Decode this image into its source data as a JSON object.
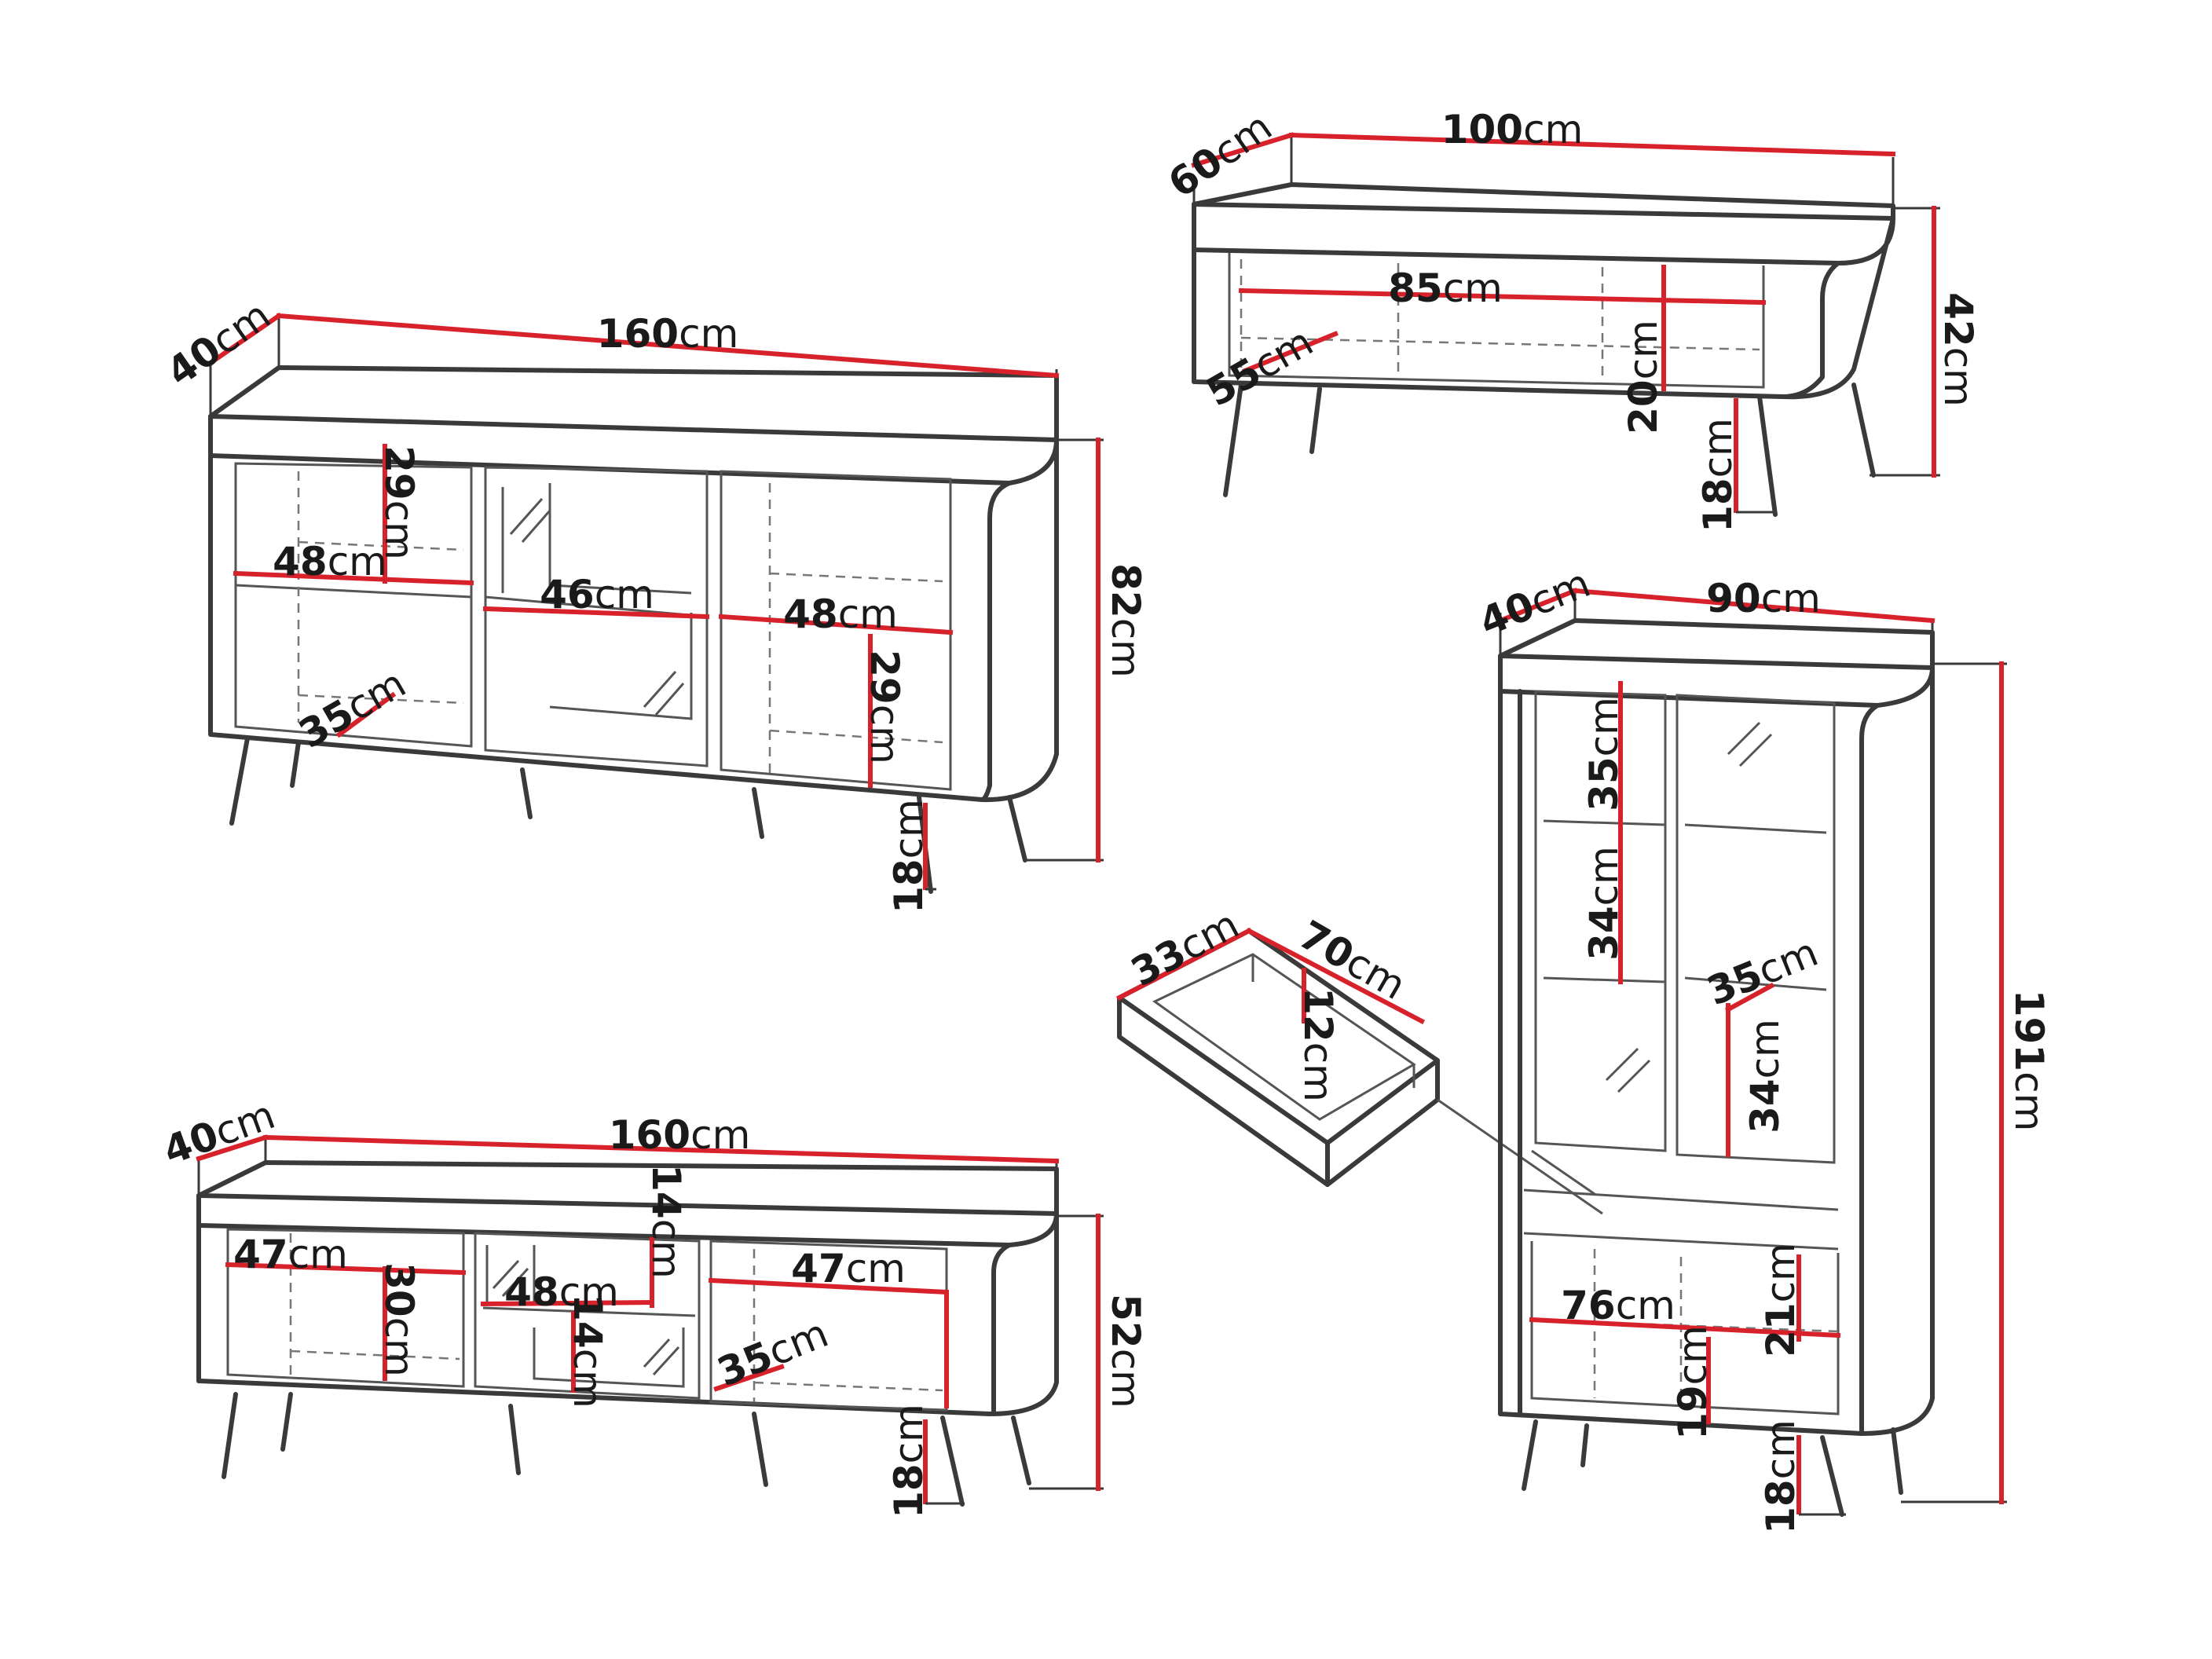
{
  "colors": {
    "dimension_line": "#d8222b",
    "outline": "#3a3a3a",
    "background": "#ffffff"
  },
  "unit": "cm",
  "pieces": {
    "coffee_table": {
      "depth": {
        "value": "60",
        "unit": "cm"
      },
      "width": {
        "value": "100",
        "unit": "cm"
      },
      "height": {
        "value": "42",
        "unit": "cm"
      },
      "shelf_width": {
        "value": "85",
        "unit": "cm"
      },
      "shelf_depth": {
        "value": "55",
        "unit": "cm"
      },
      "shelf_height": {
        "value": "20",
        "unit": "cm"
      },
      "leg_height": {
        "value": "18",
        "unit": "cm"
      }
    },
    "sideboard": {
      "depth": {
        "value": "40",
        "unit": "cm"
      },
      "width": {
        "value": "160",
        "unit": "cm"
      },
      "height": {
        "value": "82",
        "unit": "cm"
      },
      "left_compartment_width": {
        "value": "48",
        "unit": "cm"
      },
      "left_compartment_height": {
        "value": "29",
        "unit": "cm"
      },
      "middle_compartment_width": {
        "value": "46",
        "unit": "cm"
      },
      "right_compartment_width": {
        "value": "48",
        "unit": "cm"
      },
      "right_compartment_height": {
        "value": "29",
        "unit": "cm"
      },
      "inner_depth": {
        "value": "35",
        "unit": "cm"
      },
      "leg_height": {
        "value": "18",
        "unit": "cm"
      }
    },
    "drawer": {
      "depth": {
        "value": "33",
        "unit": "cm"
      },
      "width": {
        "value": "70",
        "unit": "cm"
      },
      "height": {
        "value": "12",
        "unit": "cm"
      }
    },
    "display_cabinet": {
      "depth": {
        "value": "40",
        "unit": "cm"
      },
      "width": {
        "value": "90",
        "unit": "cm"
      },
      "height": {
        "value": "191",
        "unit": "cm"
      },
      "upper_shelf_height": {
        "value": "35",
        "unit": "cm"
      },
      "middle_shelf_height": {
        "value": "34",
        "unit": "cm"
      },
      "lower_shelf_height": {
        "value": "34",
        "unit": "cm"
      },
      "inner_depth": {
        "value": "35",
        "unit": "cm"
      },
      "bottom_width": {
        "value": "76",
        "unit": "cm"
      },
      "bottom_compartment_height": {
        "value": "21",
        "unit": "cm"
      },
      "bottom_space_height": {
        "value": "19",
        "unit": "cm"
      },
      "leg_height": {
        "value": "18",
        "unit": "cm"
      }
    },
    "tv_stand": {
      "depth": {
        "value": "40",
        "unit": "cm"
      },
      "width": {
        "value": "160",
        "unit": "cm"
      },
      "height": {
        "value": "52",
        "unit": "cm"
      },
      "left_compartment_width": {
        "value": "47",
        "unit": "cm"
      },
      "left_compartment_height": {
        "value": "30",
        "unit": "cm"
      },
      "middle_compartment_width": {
        "value": "48",
        "unit": "cm"
      },
      "middle_upper_height": {
        "value": "14",
        "unit": "cm"
      },
      "middle_lower_height": {
        "value": "14",
        "unit": "cm"
      },
      "right_compartment_width": {
        "value": "47",
        "unit": "cm"
      },
      "inner_depth": {
        "value": "35",
        "unit": "cm"
      },
      "leg_height": {
        "value": "18",
        "unit": "cm"
      }
    }
  }
}
